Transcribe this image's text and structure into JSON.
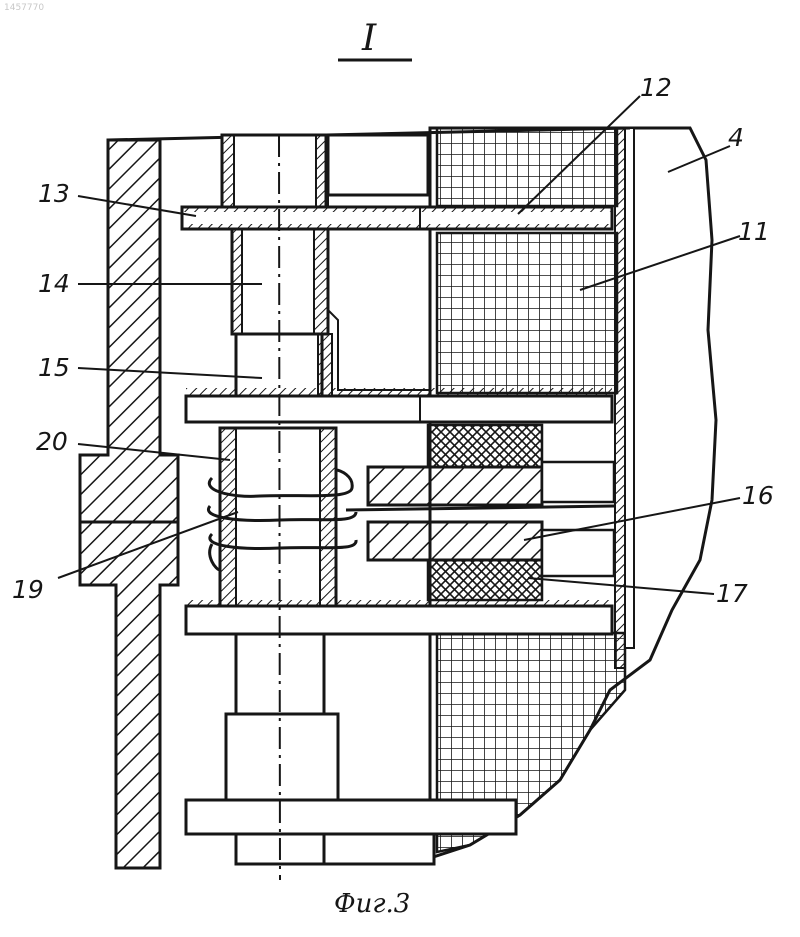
{
  "doc_id": "1457770",
  "section_label": "I",
  "figure_caption": "Фиг.3",
  "callouts": [
    {
      "id": "c13",
      "text": "13"
    },
    {
      "id": "c14",
      "text": "14"
    },
    {
      "id": "c15",
      "text": "15"
    },
    {
      "id": "c20",
      "text": "20"
    },
    {
      "id": "c19",
      "text": "19"
    },
    {
      "id": "c12",
      "text": "12"
    },
    {
      "id": "c4",
      "text": "4"
    },
    {
      "id": "c11",
      "text": "11"
    },
    {
      "id": "c16",
      "text": "16"
    },
    {
      "id": "c17",
      "text": "17"
    }
  ],
  "colors": {
    "ink": "#161616",
    "paper": "#ffffff"
  }
}
